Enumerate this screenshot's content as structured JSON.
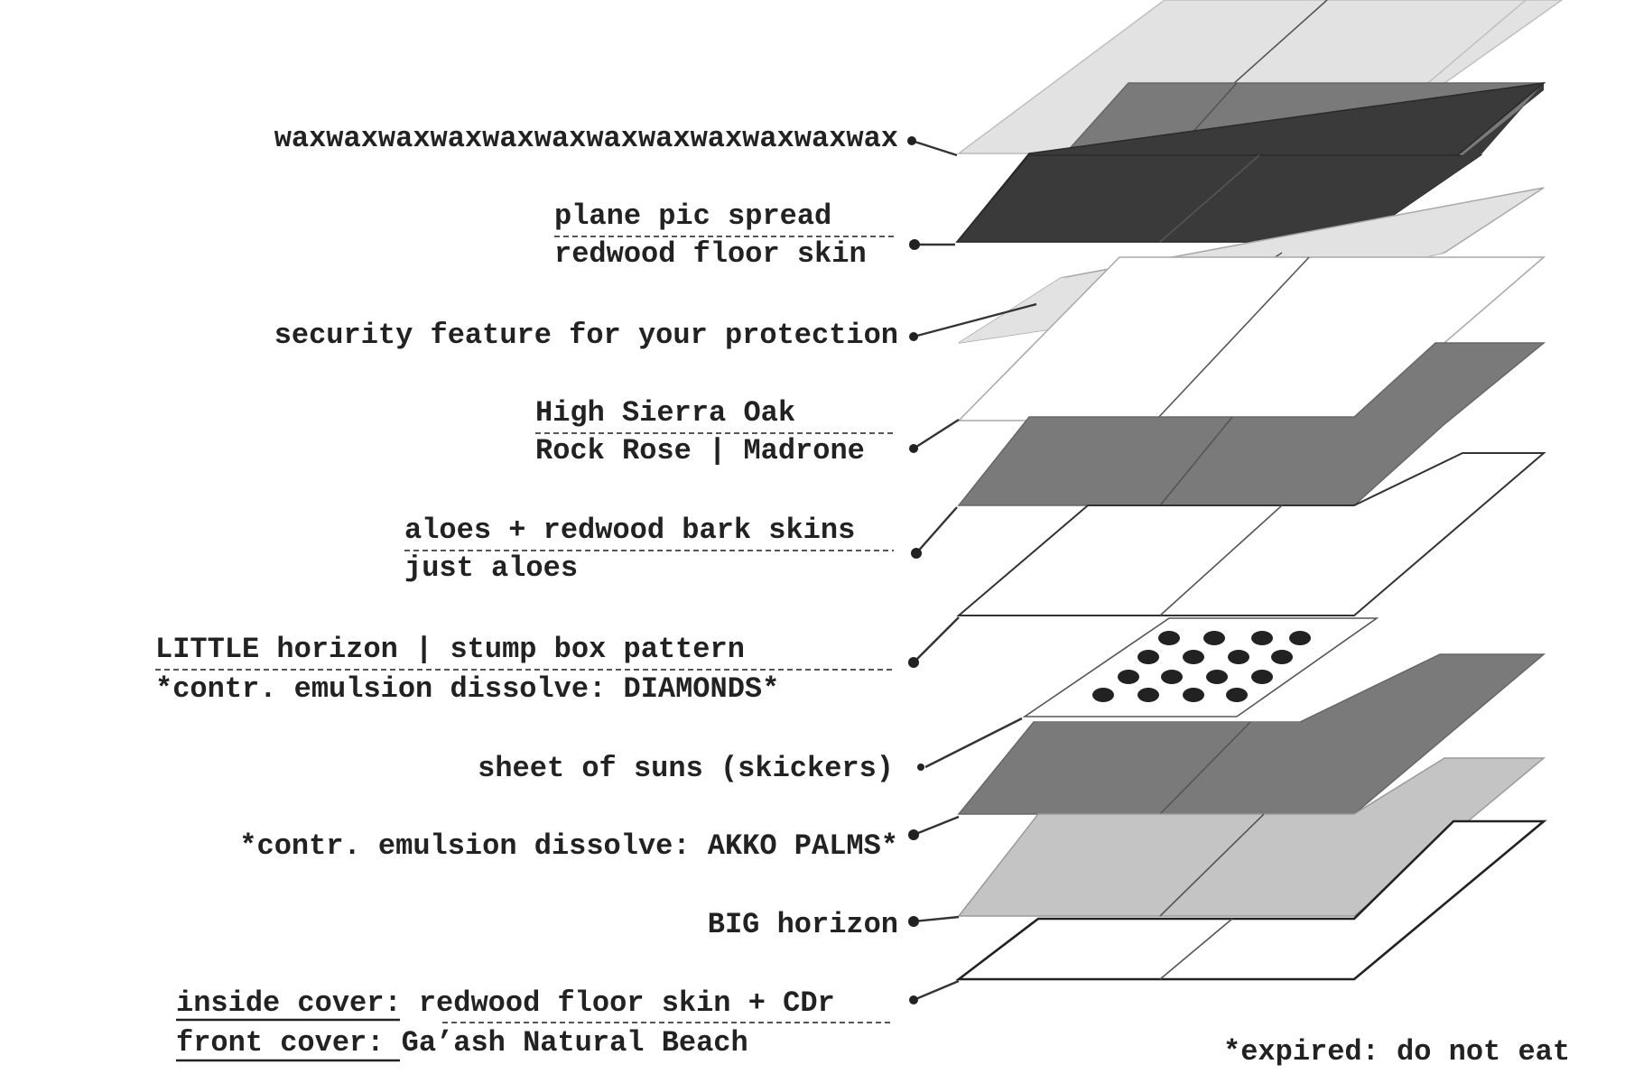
{
  "labels": {
    "wax": "waxwaxwaxwaxwaxwaxwaxwaxwaxwaxwaxwax",
    "plane_1": "plane pic spread",
    "plane_2": "redwood floor skin",
    "security": "security feature for your protection",
    "sierra_1": "High Sierra Oak",
    "sierra_2": "Rock Rose | Madrone",
    "aloes_1": "aloes + redwood bark skins",
    "aloes_2": "just aloes",
    "little_1": "LITTLE horizon | stump box pattern",
    "little_2": "*contr. emulsion dissolve: DIAMONDS*",
    "suns": "sheet of suns (skickers)",
    "akko": "*contr. emulsion dissolve: AKKO PALMS*",
    "big": "BIG horizon",
    "inside_1": "inside cover: redwood floor skin + CDr",
    "inside_2": "front cover: Ga’ash Natural Beach"
  },
  "footnote": "*expired: do not eat",
  "colors": {
    "very_light_gray": "#e2e2e2",
    "light_gray": "#c4c4c4",
    "mid_gray": "#7a7a7a",
    "dark_gray": "#3a3a3a",
    "white": "#ffffff",
    "ink": "#222222"
  }
}
